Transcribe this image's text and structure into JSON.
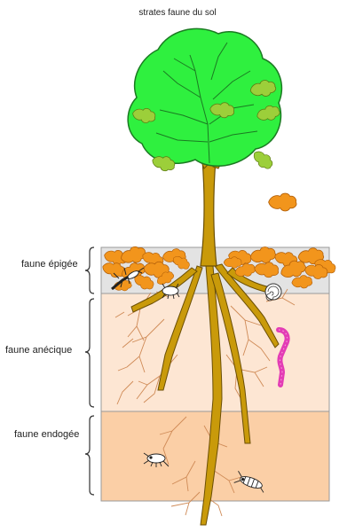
{
  "title": "strates faune du sol",
  "layers": [
    {
      "id": "epigee",
      "label": "faune épigée",
      "color": "#e3e3e3"
    },
    {
      "id": "anecique",
      "label": "faune anécique",
      "color": "#fde6d3"
    },
    {
      "id": "endogee",
      "label": "faune endogée",
      "color": "#fbcfa6"
    }
  ],
  "colors": {
    "foliage": "#2ff03f",
    "foliage_stroke": "#1b7a22",
    "wood": "#c99a0a",
    "wood_stroke": "#6b4f05",
    "leaf_litter": "#f2951c",
    "root_fine": "#cf8a56",
    "worm": "#e33cb5",
    "worm_stroke": "#5a1245"
  },
  "icons": {
    "tree": "tree-icon",
    "earthworm": "earthworm-icon",
    "snail": "snail-shell-icon",
    "insect": "insect-icon",
    "springtail": "springtail-icon",
    "mite": "mite-icon"
  }
}
